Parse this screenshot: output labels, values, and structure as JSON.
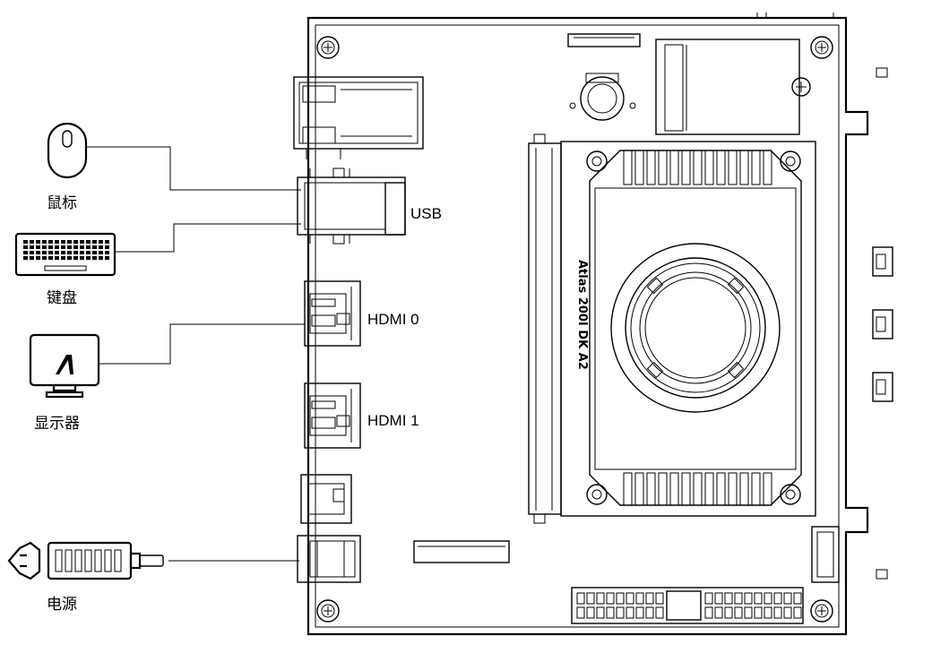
{
  "devices": {
    "mouse_label": "鼠标",
    "keyboard_label": "键盘",
    "monitor_label": "显示器",
    "power_label": "电源"
  },
  "ports": {
    "usb_label": "USB",
    "hdmi0_label": "HDMI 0",
    "hdmi1_label": "HDMI 1"
  },
  "board": {
    "silkscreen_text": "Atlas 200I DK A2"
  }
}
